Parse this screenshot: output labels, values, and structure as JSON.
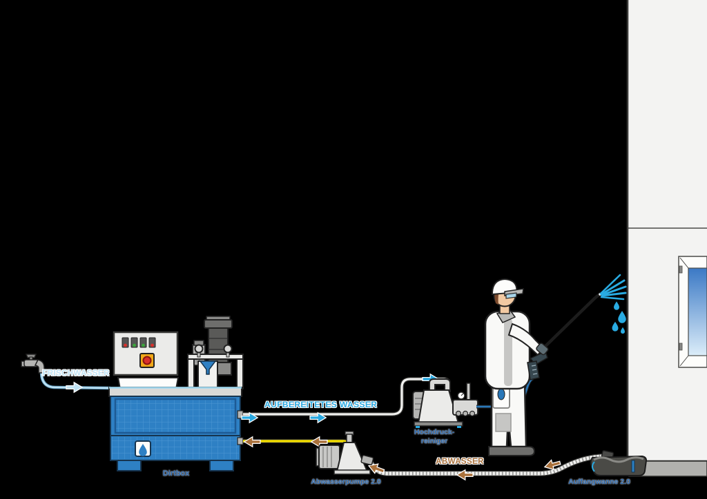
{
  "scene": {
    "description": "Water recycling diagram: fresh water feeds a Dirtbox treatment unit, treated water feeds a high pressure cleaner used by a worker washing a wall, waste water is collected in a tray and pumped back",
    "background_color": "#000000"
  },
  "labels": {
    "fresh_water": "FRISCHWASSER",
    "treated_water": "AUFBEREITETES WASSER",
    "waste_water": "ABWASSER",
    "dirtbox": "Dirtbox",
    "pressure_washer_line1": "Hochdruck-",
    "pressure_washer_line2": "reiniger",
    "waste_pump": "Abwasserpumpe 2.0",
    "collection_tray": "Auffangwanne 2.0"
  },
  "colors": {
    "fresh_water_label": "#bfe3f5",
    "treated_water_accent": "#29a8e0",
    "waste_water_accent": "#aa713b",
    "equipment_label_blue": "#2a67ae",
    "machine_blue": "#2e80c4",
    "hose_yellow": "#f2de00",
    "wall_white": "#f3f3f2",
    "baseboard_gray": "#b1b1ae",
    "window_glass_top": "#3b79c5",
    "window_glass_bottom": "#dcedf9"
  },
  "icons": {
    "faucet": "faucet-icon",
    "flow_arrow_right": "flow-arrow-right-icon",
    "flow_arrow_left": "flow-arrow-left-icon",
    "emergency_stop": "emergency-stop-icon",
    "water_drop_logo": "water-drop-icon",
    "spray_jet": "spray-icon"
  }
}
